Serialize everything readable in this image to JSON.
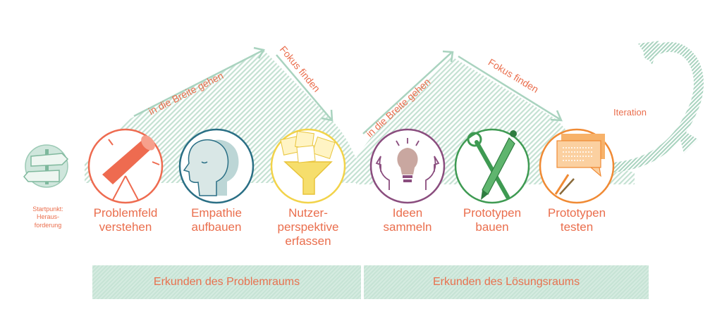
{
  "phases": [
    {
      "label": "Erkunden des Problemraums"
    },
    {
      "label": "Erkunden des Lösungsraums"
    }
  ],
  "start": {
    "lines": [
      "Startpunkt:",
      "Heraus-",
      "forderung"
    ]
  },
  "stages": [
    {
      "lines": [
        "Problemfeld",
        "verstehen"
      ],
      "icon": "telescope-icon",
      "color": "#ee6b50"
    },
    {
      "lines": [
        "Empathie",
        "aufbauen"
      ],
      "icon": "head-profile-icon",
      "color": "#2a6f85"
    },
    {
      "lines": [
        "Nutzer-",
        "perspektive",
        "erfassen"
      ],
      "icon": "funnel-notes-icon",
      "color": "#f2d34a"
    },
    {
      "lines": [
        "Ideen",
        "sammeln"
      ],
      "icon": "lightbulb-heads-icon",
      "color": "#8a4d7e"
    },
    {
      "lines": [
        "Prototypen",
        "bauen"
      ],
      "icon": "wrench-pencil-icon",
      "color": "#3e9a52"
    },
    {
      "lines": [
        "Prototypen",
        "testen"
      ],
      "icon": "speech-bubbles-icon",
      "color": "#f08a34"
    }
  ],
  "flow_labels": {
    "widen_1": "in die Breite gehen",
    "focus_1": "Fokus finden",
    "widen_2": "in die Breite gehen",
    "focus_2": "Fokus  finden",
    "iteration": "Iteration"
  },
  "colors": {
    "accent": "#ea6e4d",
    "hatch": "#c8e3d6",
    "hatch_dark": "#a9d3bf"
  }
}
